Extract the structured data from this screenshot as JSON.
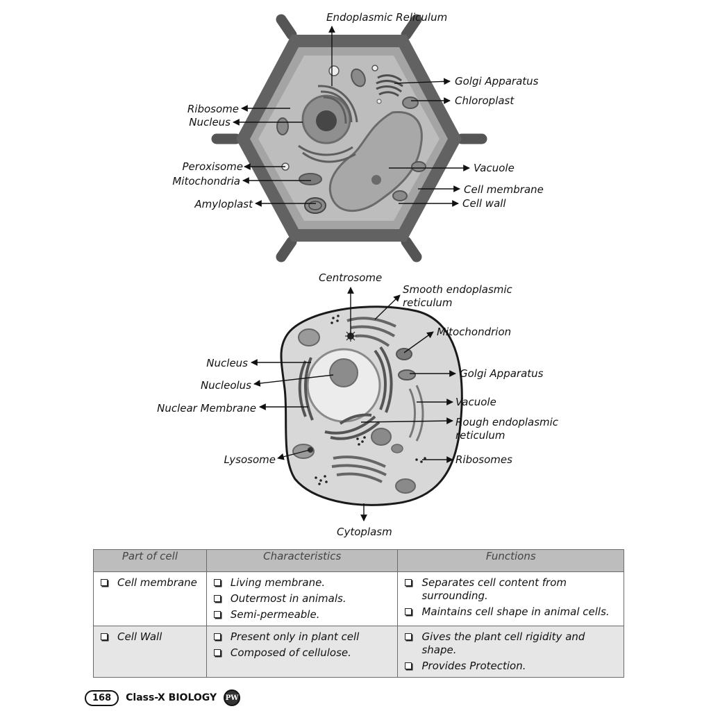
{
  "plant_cell": {
    "labels": {
      "er": "Endoplasmic Reliculum",
      "golgi": "Golgi Apparatus",
      "chloroplast": "Chloroplast",
      "ribosome": "Ribosome",
      "nucleus": "Nucleus",
      "peroxisome": "Peroxisome",
      "mitochondria": "Mitochondria",
      "amyloplast": "Amyloplast",
      "vacuole": "Vacuole",
      "cell_membrane": "Cell membrane",
      "cell_wall": "Cell wall"
    }
  },
  "animal_cell": {
    "labels": {
      "centrosome": "Centrosome",
      "smooth_er_1": "Smooth endoplasmic",
      "smooth_er_2": "reticulum",
      "mitochondrion": "Mitochondrion",
      "nucleus": "Nucleus",
      "golgi": "Golgi Apparatus",
      "nucleolus": "Nucleolus",
      "nuclear_membrane": "Nuclear Membrane",
      "vacuole": "Vacuole",
      "rough_er_1": "Rough endoplasmic",
      "rough_er_2": "reticulum",
      "lysosome": "Lysosome",
      "ribosomes": "Ribosomes",
      "cytoplasm": "Cytoplasm"
    }
  },
  "table": {
    "headers": [
      "Part of cell",
      "Characteristics",
      "Functions"
    ],
    "rows": [
      {
        "part": "Cell membrane",
        "characteristics": [
          "Living membrane.",
          "Outermost in animals.",
          "Semi-permeable."
        ],
        "functions": [
          "Separates cell content from surrounding.",
          "Maintains cell shape in animal cells."
        ]
      },
      {
        "part": "Cell Wall",
        "characteristics": [
          "Present only in plant cell",
          "Composed of cellulose."
        ],
        "functions": [
          "Gives the plant cell rigidity and shape.",
          "Provides Protection."
        ]
      }
    ]
  },
  "footer": {
    "page_number": "168",
    "title": "Class-X BIOLOGY",
    "logo_text": "PW"
  }
}
